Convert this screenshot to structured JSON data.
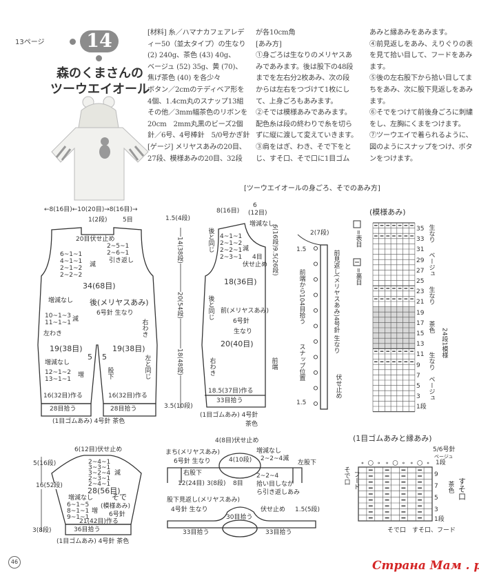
{
  "header": {
    "page_ref": "13ページ",
    "number": "14",
    "title_line1": "森のくまさんの",
    "title_line2": "ツーウエイオール"
  },
  "materials": [
    "[材料] 糸／ハマナカフェアレデ",
    "ィー50（並太タイプ）の生なり",
    "(2) 240g、茶色 (43) 40g、",
    "ベージュ (52) 35g、黄 (70)、",
    "焦げ茶色 (40) を各少々",
    "ボタン／2cmのテディベア形を",
    "4個、1.4cm丸のスナップ13組",
    "その他／3mm幅茶色のリボンを",
    "20cm　2mm丸黒のビーズ2個",
    "針／6号、4号棒針　5/0号かぎ針",
    "[ゲージ] メリヤスあみの20目、",
    "27段、模様あみの20目、32段"
  ],
  "method_col1": [
    "が各10cm角",
    "[あみ方]",
    "①身ごろは生なりのメリヤスあ",
    "みであみます。後は股下の48段",
    "までを左右分2枚あみ、次の段",
    "からは左右をつづけて1枚にし",
    "て、上身ごろもあみます。",
    "②そでは模様あみであみます。",
    "配色糸は段の終わりで糸を切ら",
    "ずに縦に渡して変えていきます。",
    "③肩をはぎ、わき、そで下をと",
    "じ、すそ口、そで口に1目ゴム"
  ],
  "method_col2": [
    "あみと縁あみをあみます。",
    "④前見返しをあみ、えりぐりの表",
    "を見て拾い目して、フードをあみ",
    "ます。",
    "⑤後の左右股下から拾い目してま",
    "ちをあみ、次に股下見返しをあみ",
    "ます。",
    "⑥そでをつけて前後身ごろに刺繍",
    "をし、左胸にくまをつけます。",
    "⑦ツーウエイで着られるように、",
    "図のようにスナップをつけ、ボタ",
    "ンをつけます。"
  ],
  "section_title": "[ツーウエイオールの身ごろ、そでのあみ方]",
  "back": [
    "←8(16目)←10(20目)→8(16目)→",
    "1(2段)",
    "5目",
    "20目伏せ止め",
    "2~5~1",
    "2~6~1",
    "引き返し",
    "6~1~1",
    "4~1~1",
    "2~1~2",
    "2~2~2",
    "減",
    "34(68目)",
    "増減なし",
    "後(メリヤスあみ)",
    "6号針 生なり",
    "10~1~3",
    "11~1~1",
    "減",
    "左わき",
    "右わき",
    "19(38目)",
    "19(38目)",
    "5",
    "5",
    "増減なし",
    "12~1~2",
    "13~1~1",
    "増",
    "股下",
    "左と同じ",
    "16(32目)作る",
    "16(32目)作る",
    "28目拾う",
    "28目拾う",
    "(1目ゴムあみ) 4号針 茶色"
  ],
  "front": [
    "1.5(4段)",
    "14(38段)",
    "20(54段)",
    "18(48段)",
    "3.5(10段)",
    "8(16目)",
    "6",
    "(12目)",
    "増減なし",
    "後と同じ",
    "4~1~1",
    "2~1~2",
    "2~2~1",
    "2~3~1",
    "減",
    "4目",
    "伏せ止め",
    "6(16段)",
    "9.5(26段)",
    "18(36目)",
    "後と同じ",
    "前(メリヤスあみ)",
    "6号針",
    "生なり",
    "20(40目)",
    "右わき",
    "前端",
    "18.5(37目)作る",
    "33目拾う",
    "(1目ゴムあみ) 4号針",
    "茶色"
  ],
  "placket": [
    "2(7段)",
    "1.5",
    "1.5",
    "前端から104目拾う",
    "前見返し(メリヤスあみ)4号針 生なり",
    "スナップ位置",
    "伏せ止め"
  ],
  "pattern": {
    "title": "(模様あみ)",
    "legend_knit": "=表目",
    "legend_purl": "=裏目",
    "rows": [
      "35",
      "33",
      "31",
      "29",
      "27",
      "25",
      "23",
      "21",
      "19",
      "17",
      "15",
      "13",
      "11",
      "9",
      "7",
      "5",
      "3",
      "1段"
    ],
    "colors": [
      "生なり",
      "ベージュ",
      "生なり",
      "茶色",
      "生なり",
      "ベージュ"
    ],
    "repeat": "24段1模様",
    "shade_color": "#d8d8d8"
  },
  "sleeve": [
    "6(12目)伏せ止め",
    "5(16段)",
    "16(52段)",
    "3(8段)",
    "2~4~1",
    "3~3~1",
    "3~2~4",
    "2~3~1",
    "2~4~1",
    "減",
    "28(56目)",
    "増減なし",
    "6~1~5",
    "8~1~1",
    "9~1~1",
    "増",
    "そで",
    "(模様あみ)",
    "6号針",
    "21(42目)作る",
    "36目拾う",
    "(1目ゴムあみ) 4号針 茶色"
  ],
  "gusset": [
    "4(8目)伏せ止め",
    "まち(メリヤスあみ)",
    "6号針 生なり",
    "4(10段)",
    "増減なし",
    "2~2~4減",
    "左股下",
    "右股下",
    "12(24目)",
    "3(8段)",
    "8目",
    "2~2~4",
    "拾い目しなが",
    "ら引き返しあみ",
    "股下見返し(メリヤスあみ)",
    "4号針 生なり",
    "伏せ止め",
    "1.5(5段)",
    "30目拾う",
    "33目拾う",
    "33目拾う"
  ],
  "rib": {
    "title": "(1目ゴムあみと縁あみ)",
    "hook": "5/6号針",
    "beige": "ベージュ",
    "edge_row": "1段",
    "rows": [
      "9",
      "7",
      "5",
      "3",
      "1段"
    ],
    "brown": "茶色",
    "hem": "すそ口",
    "hood": "フード",
    "cuff": "そで口",
    "bottom1": "そで口",
    "bottom2": "すそ口、フード"
  },
  "page_number": "46",
  "watermark": "Страна Мам . ру"
}
